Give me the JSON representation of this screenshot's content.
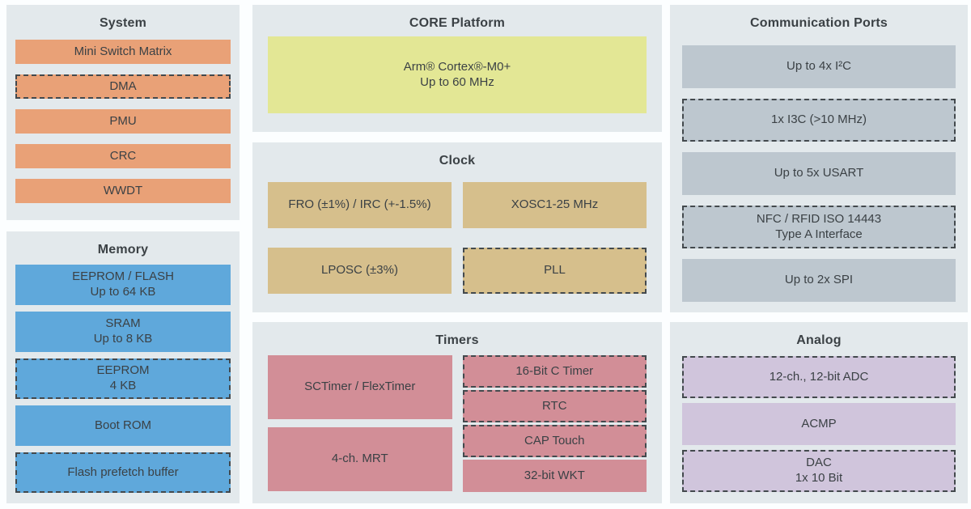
{
  "colors": {
    "page_bg": "#fcfeff",
    "panel_bg": "#e3e9ec",
    "text": "#3b4145",
    "dashed_border": "#43494d",
    "system_block": "#e9a177",
    "memory_block": "#5fa8db",
    "core_block": "#e3e795",
    "clock_block": "#d6bf8c",
    "timer_block": "#d28e97",
    "comm_block": "#bdc7cf",
    "analog_block": "#d0c5dc"
  },
  "panels": {
    "system": {
      "title": "System",
      "blocks": [
        {
          "text": "Mini Switch Matrix",
          "dashed": false
        },
        {
          "text": "DMA",
          "dashed": true
        },
        {
          "text": "PMU",
          "dashed": false
        },
        {
          "text": "CRC",
          "dashed": false
        },
        {
          "text": "WWDT",
          "dashed": false
        }
      ]
    },
    "memory": {
      "title": "Memory",
      "blocks": [
        {
          "text": "EEPROM / FLASH\nUp to 64 KB",
          "dashed": false
        },
        {
          "text": "SRAM\nUp to 8 KB",
          "dashed": false
        },
        {
          "text": "EEPROM\n4 KB",
          "dashed": true
        },
        {
          "text": "Boot ROM",
          "dashed": false
        },
        {
          "text": "Flash prefetch buffer",
          "dashed": true
        }
      ]
    },
    "core": {
      "title": "CORE Platform",
      "blocks": [
        {
          "text": "Arm® Cortex®-M0+\nUp to 60 MHz",
          "dashed": false
        }
      ]
    },
    "clock": {
      "title": "Clock",
      "blocks": [
        {
          "text": "FRO (±1%) / IRC (+-1.5%)",
          "dashed": false
        },
        {
          "text": "XOSC1-25 MHz",
          "dashed": false
        },
        {
          "text": "LPOSC (±3%)",
          "dashed": false
        },
        {
          "text": "PLL",
          "dashed": true
        }
      ]
    },
    "timers": {
      "title": "Timers",
      "left_blocks": [
        {
          "text": "SCTimer / FlexTimer",
          "dashed": false
        },
        {
          "text": "4-ch. MRT",
          "dashed": false
        }
      ],
      "right_blocks": [
        {
          "text": "16-Bit C Timer",
          "dashed": true
        },
        {
          "text": "RTC",
          "dashed": true
        },
        {
          "text": "CAP Touch",
          "dashed": true
        },
        {
          "text": "32-bit WKT",
          "dashed": false
        }
      ]
    },
    "communication": {
      "title": "Communication Ports",
      "blocks": [
        {
          "text": "Up to 4x I²C",
          "dashed": false
        },
        {
          "text": "1x I3C (>10 MHz)",
          "dashed": true
        },
        {
          "text": "Up to 5x USART",
          "dashed": false
        },
        {
          "text": "NFC / RFID ISO 14443\nType A Interface",
          "dashed": true
        },
        {
          "text": "Up to 2x SPI",
          "dashed": false
        }
      ]
    },
    "analog": {
      "title": "Analog",
      "blocks": [
        {
          "text": "12-ch., 12-bit ADC",
          "dashed": true
        },
        {
          "text": "ACMP",
          "dashed": false
        },
        {
          "text": "DAC\n1x 10 Bit",
          "dashed": true
        }
      ]
    }
  }
}
